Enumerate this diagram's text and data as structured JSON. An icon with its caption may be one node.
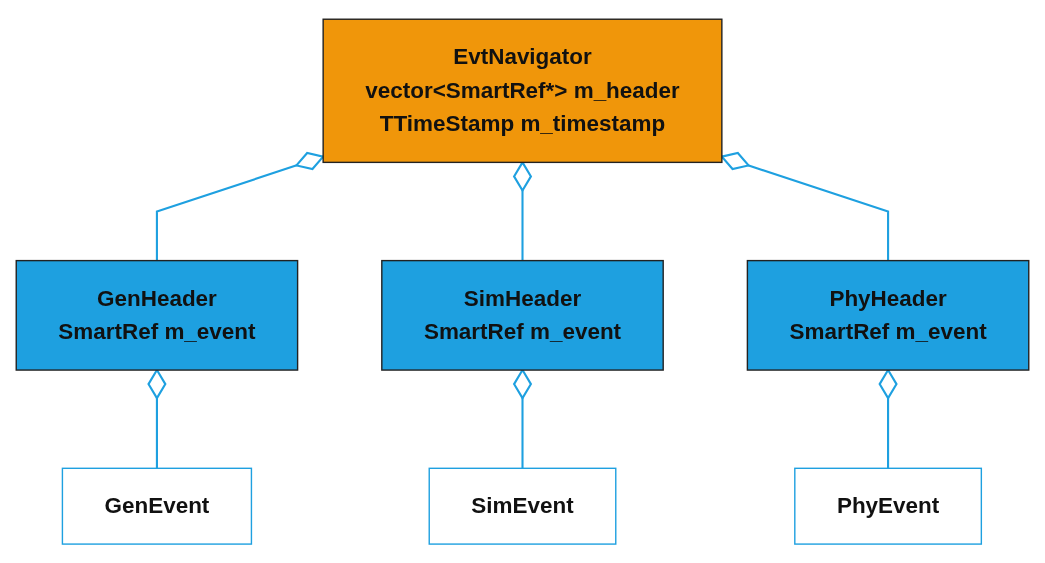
{
  "diagram": {
    "nodes": [
      {
        "text": [
          "EvtNavigator",
          "vector<SmartRef*> m_header",
          "TTimeStamp m_timestamp"
        ]
      },
      {
        "text": [
          "GenHeader",
          "SmartRef m_event"
        ]
      },
      {
        "text": [
          "SimHeader",
          "SmartRef m_event"
        ]
      },
      {
        "text": [
          "PhyHeader",
          "SmartRef m_event"
        ]
      },
      {
        "text": [
          "GenEvent"
        ]
      },
      {
        "text": [
          "SimEvent"
        ]
      },
      {
        "text": [
          "PhyEvent"
        ]
      }
    ],
    "edges": [
      {
        "from": 0,
        "to": 1,
        "arrow": "other"
      },
      {
        "from": 0,
        "to": 2,
        "arrow": "other"
      },
      {
        "from": 0,
        "to": 3,
        "arrow": "other"
      },
      {
        "from": 1,
        "to": 4,
        "arrow": "other"
      },
      {
        "from": 2,
        "to": 5,
        "arrow": "other"
      },
      {
        "from": 3,
        "to": 6,
        "arrow": "other"
      }
    ]
  }
}
